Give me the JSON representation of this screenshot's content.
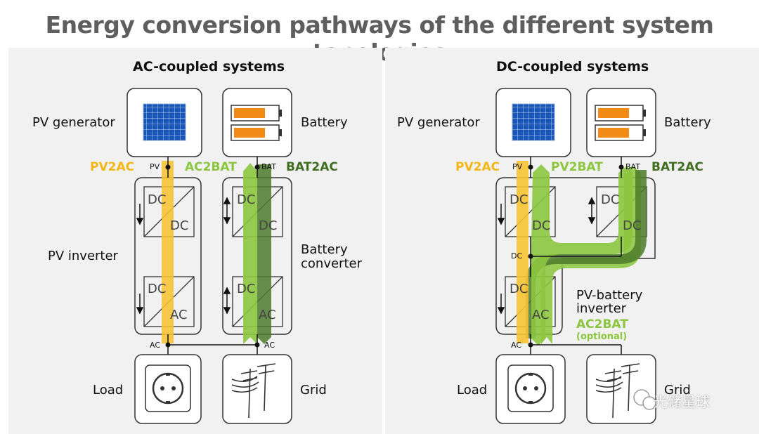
{
  "title": "Energy conversion pathways of the different system topologies",
  "colors": {
    "pv_flow": "#f7c233",
    "ac2bat_flow": "#8cc63f",
    "bat2ac_flow": "#4e7a2c",
    "pv_text": "#f3b718",
    "ac2bat_text": "#8cc63f",
    "bat2ac_text": "#3f6e21"
  },
  "ac": {
    "heading": "AC-coupled systems",
    "pv_generator": "PV generator",
    "battery": "Battery",
    "pv_inverter": "PV inverter",
    "battery_converter_1": "Battery",
    "battery_converter_2": "converter",
    "load": "Load",
    "grid": "Grid",
    "pv_node": "PV",
    "bat_node": "BAT",
    "ac_node_left": "AC",
    "ac_node_right": "AC",
    "dc_label": "DC",
    "ac_label": "AC",
    "flow_pv2ac": "PV2AC",
    "flow_ac2bat": "AC2BAT",
    "flow_bat2ac": "BAT2AC"
  },
  "dc": {
    "heading": "DC-coupled systems",
    "pv_generator": "PV generator",
    "battery": "Battery",
    "pv_battery_inverter_1": "PV-battery",
    "pv_battery_inverter_2": "inverter",
    "load": "Load",
    "grid": "Grid",
    "pv_node": "PV",
    "bat_node": "BAT",
    "dc_node": "DC",
    "ac_node": "AC",
    "dc_label": "DC",
    "ac_label": "AC",
    "flow_pv2ac": "PV2AC",
    "flow_pv2bat": "PV2BAT",
    "flow_bat2ac": "BAT2AC",
    "flow_ac2bat": "AC2BAT",
    "flow_ac2bat_note": "(optional)"
  },
  "watermark": "光储星球"
}
